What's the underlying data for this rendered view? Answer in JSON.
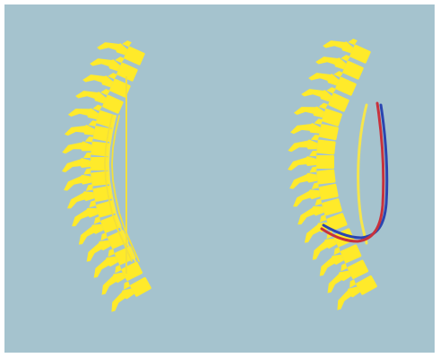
{
  "figure": {
    "panels": [
      {
        "id": "left",
        "curve_lines": [
          "spinal-cord-line"
        ]
      },
      {
        "id": "right",
        "curve_lines": [
          "spinal-cord-line",
          "red-vessel-line",
          "blue-vessel-line"
        ]
      }
    ]
  },
  "colors": {
    "background": "#a5c3ce",
    "bone": "#ffea2a",
    "red_line": "#c8323c",
    "blue_line": "#2b45b0",
    "frame_border": "#ffffff"
  }
}
